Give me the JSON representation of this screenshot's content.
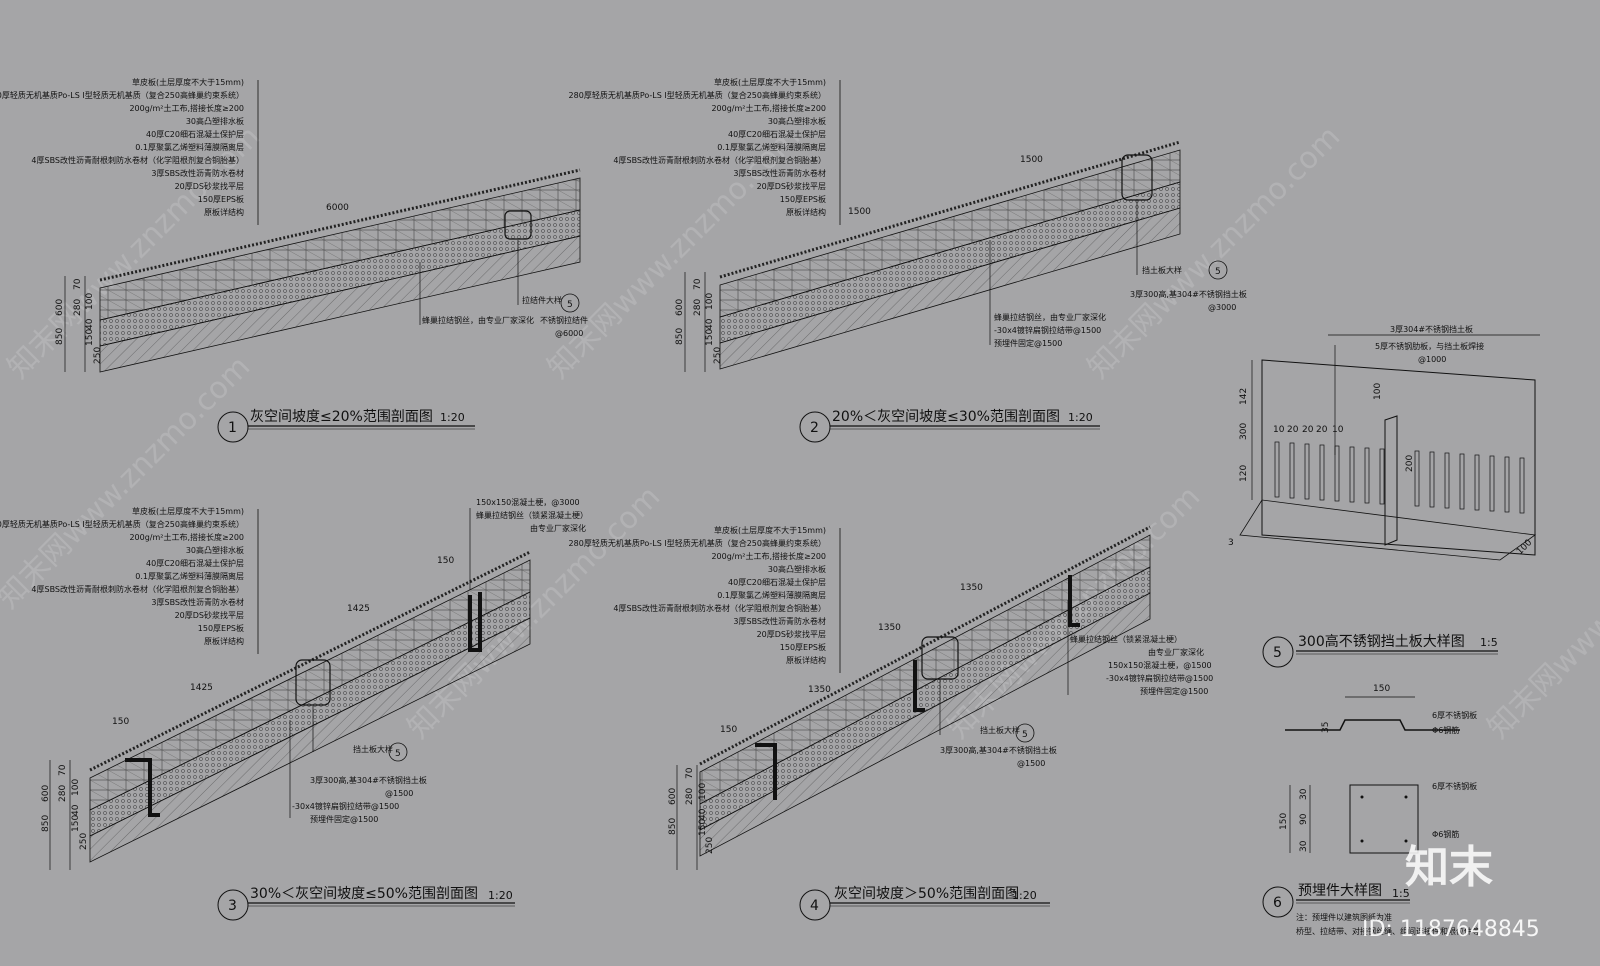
{
  "layer_labels": [
    "草皮板(土层厚度不大于15mm)",
    "280厚轻质无机基质Po-LS Ⅰ型轻质无机基质（复合250高蜂巢约束系统）",
    "200g/m²土工布,搭接长度≥200",
    "30高凸塑排水板",
    "40厚C20细石混凝土保护层",
    "0.1厚聚氯乙烯塑料薄膜隔离层",
    "4厚SBS改性沥青耐根刺防水卷材（化学阻根剂复合铜胎基）",
    "3厚SBS改性沥青防水卷材",
    "20厚DS砂浆找平层",
    "150厚EPS板",
    "原板详结构"
  ],
  "sections": [
    {
      "num": "1",
      "title": "灰空间坡度≤20%范围剖面图",
      "scale": "1:20",
      "dims_top": [
        "6000"
      ],
      "dims_side": [
        "70",
        "280",
        "600",
        "850",
        "100",
        "40",
        "150",
        "250"
      ],
      "callouts": [
        "蜂巢拉结钢丝，由专业厂家深化",
        "拉结件大样",
        "5",
        "不锈钢拉结件",
        "@6000"
      ]
    },
    {
      "num": "2",
      "title": "20%＜灰空间坡度≤30%范围剖面图",
      "scale": "1:20",
      "dims_top": [
        "1500",
        "1500"
      ],
      "dims_side": [
        "70",
        "280",
        "600",
        "850",
        "100",
        "40",
        "150",
        "250"
      ],
      "callouts": [
        "挡土板大样",
        "5",
        "3厚300高,基304#不锈钢挡土板",
        "@3000",
        "蜂巢拉结钢丝，由专业厂家深化",
        "-30x4镀锌扁钢拉结带@1500",
        "预埋件固定@1500"
      ]
    },
    {
      "num": "3",
      "title": "30%＜灰空间坡度≤50%范围剖面图",
      "scale": "1:20",
      "dims_top": [
        "150",
        "1425",
        "1425",
        "150"
      ],
      "dims_side": [
        "70",
        "280",
        "600",
        "850",
        "100",
        "40",
        "150",
        "250"
      ],
      "callouts_top": [
        "150x150混凝土梗，@3000",
        "蜂巢拉结钢丝（锁紧混凝土梗）",
        "由专业厂家深化"
      ],
      "callouts": [
        "挡土板大样",
        "5",
        "3厚300高,基304#不锈钢挡土板",
        "@1500",
        "-30x4镀锌扁钢拉结带@1500",
        "预埋件固定@1500"
      ]
    },
    {
      "num": "4",
      "title": "灰空间坡度＞50%范围剖面图",
      "scale": "1:20",
      "dims_top": [
        "150",
        "1350",
        "1350",
        "1350"
      ],
      "dims_side": [
        "70",
        "280",
        "600",
        "850",
        "100",
        "40",
        "150",
        "250"
      ],
      "callouts": [
        "蜂巢拉结钢丝（锁紧混凝土梗）",
        "由专业厂家深化",
        "150x150混凝土梗，@1500",
        "-30x4镀锌扁钢拉结带@1500",
        "预埋件固定@1500",
        "挡土板大样",
        "5",
        "3厚300高,基304#不锈钢挡土板",
        "@1500"
      ]
    }
  ],
  "detail5": {
    "num": "5",
    "title": "300高不锈钢挡土板大样图",
    "scale": "1:5",
    "labels": [
      "3厚304#不锈钢挡土板",
      "5厚不锈钢肋板，与挡土板焊接",
      "@1000"
    ],
    "dims": [
      "142",
      "300",
      "120",
      "100",
      "200",
      "10",
      "20",
      "20",
      "20",
      "10",
      "100",
      "3"
    ]
  },
  "detail6": {
    "num": "6",
    "title": "预埋件大样图",
    "scale": "1:5",
    "labels_top": [
      "6厚不锈钢板",
      "Φ6钢筋"
    ],
    "labels_bottom": [
      "6厚不锈钢板",
      "Φ6钢筋"
    ],
    "dims": [
      "150",
      "35",
      "30",
      "90",
      "30",
      "150"
    ],
    "note": "注：预埋件以建筑图纸为准",
    "note2": "桥型、拉结带、对接钢丝绳、组间连接件和限位件等"
  },
  "watermarks": [
    "知末网www.znzmo.com"
  ],
  "brand": "知末",
  "id_label": "ID: 1187648845",
  "colors": {
    "background": "#a5a5a7",
    "line": "#111111",
    "watermark": "#bdbdbf",
    "brand": "#ffffff"
  }
}
